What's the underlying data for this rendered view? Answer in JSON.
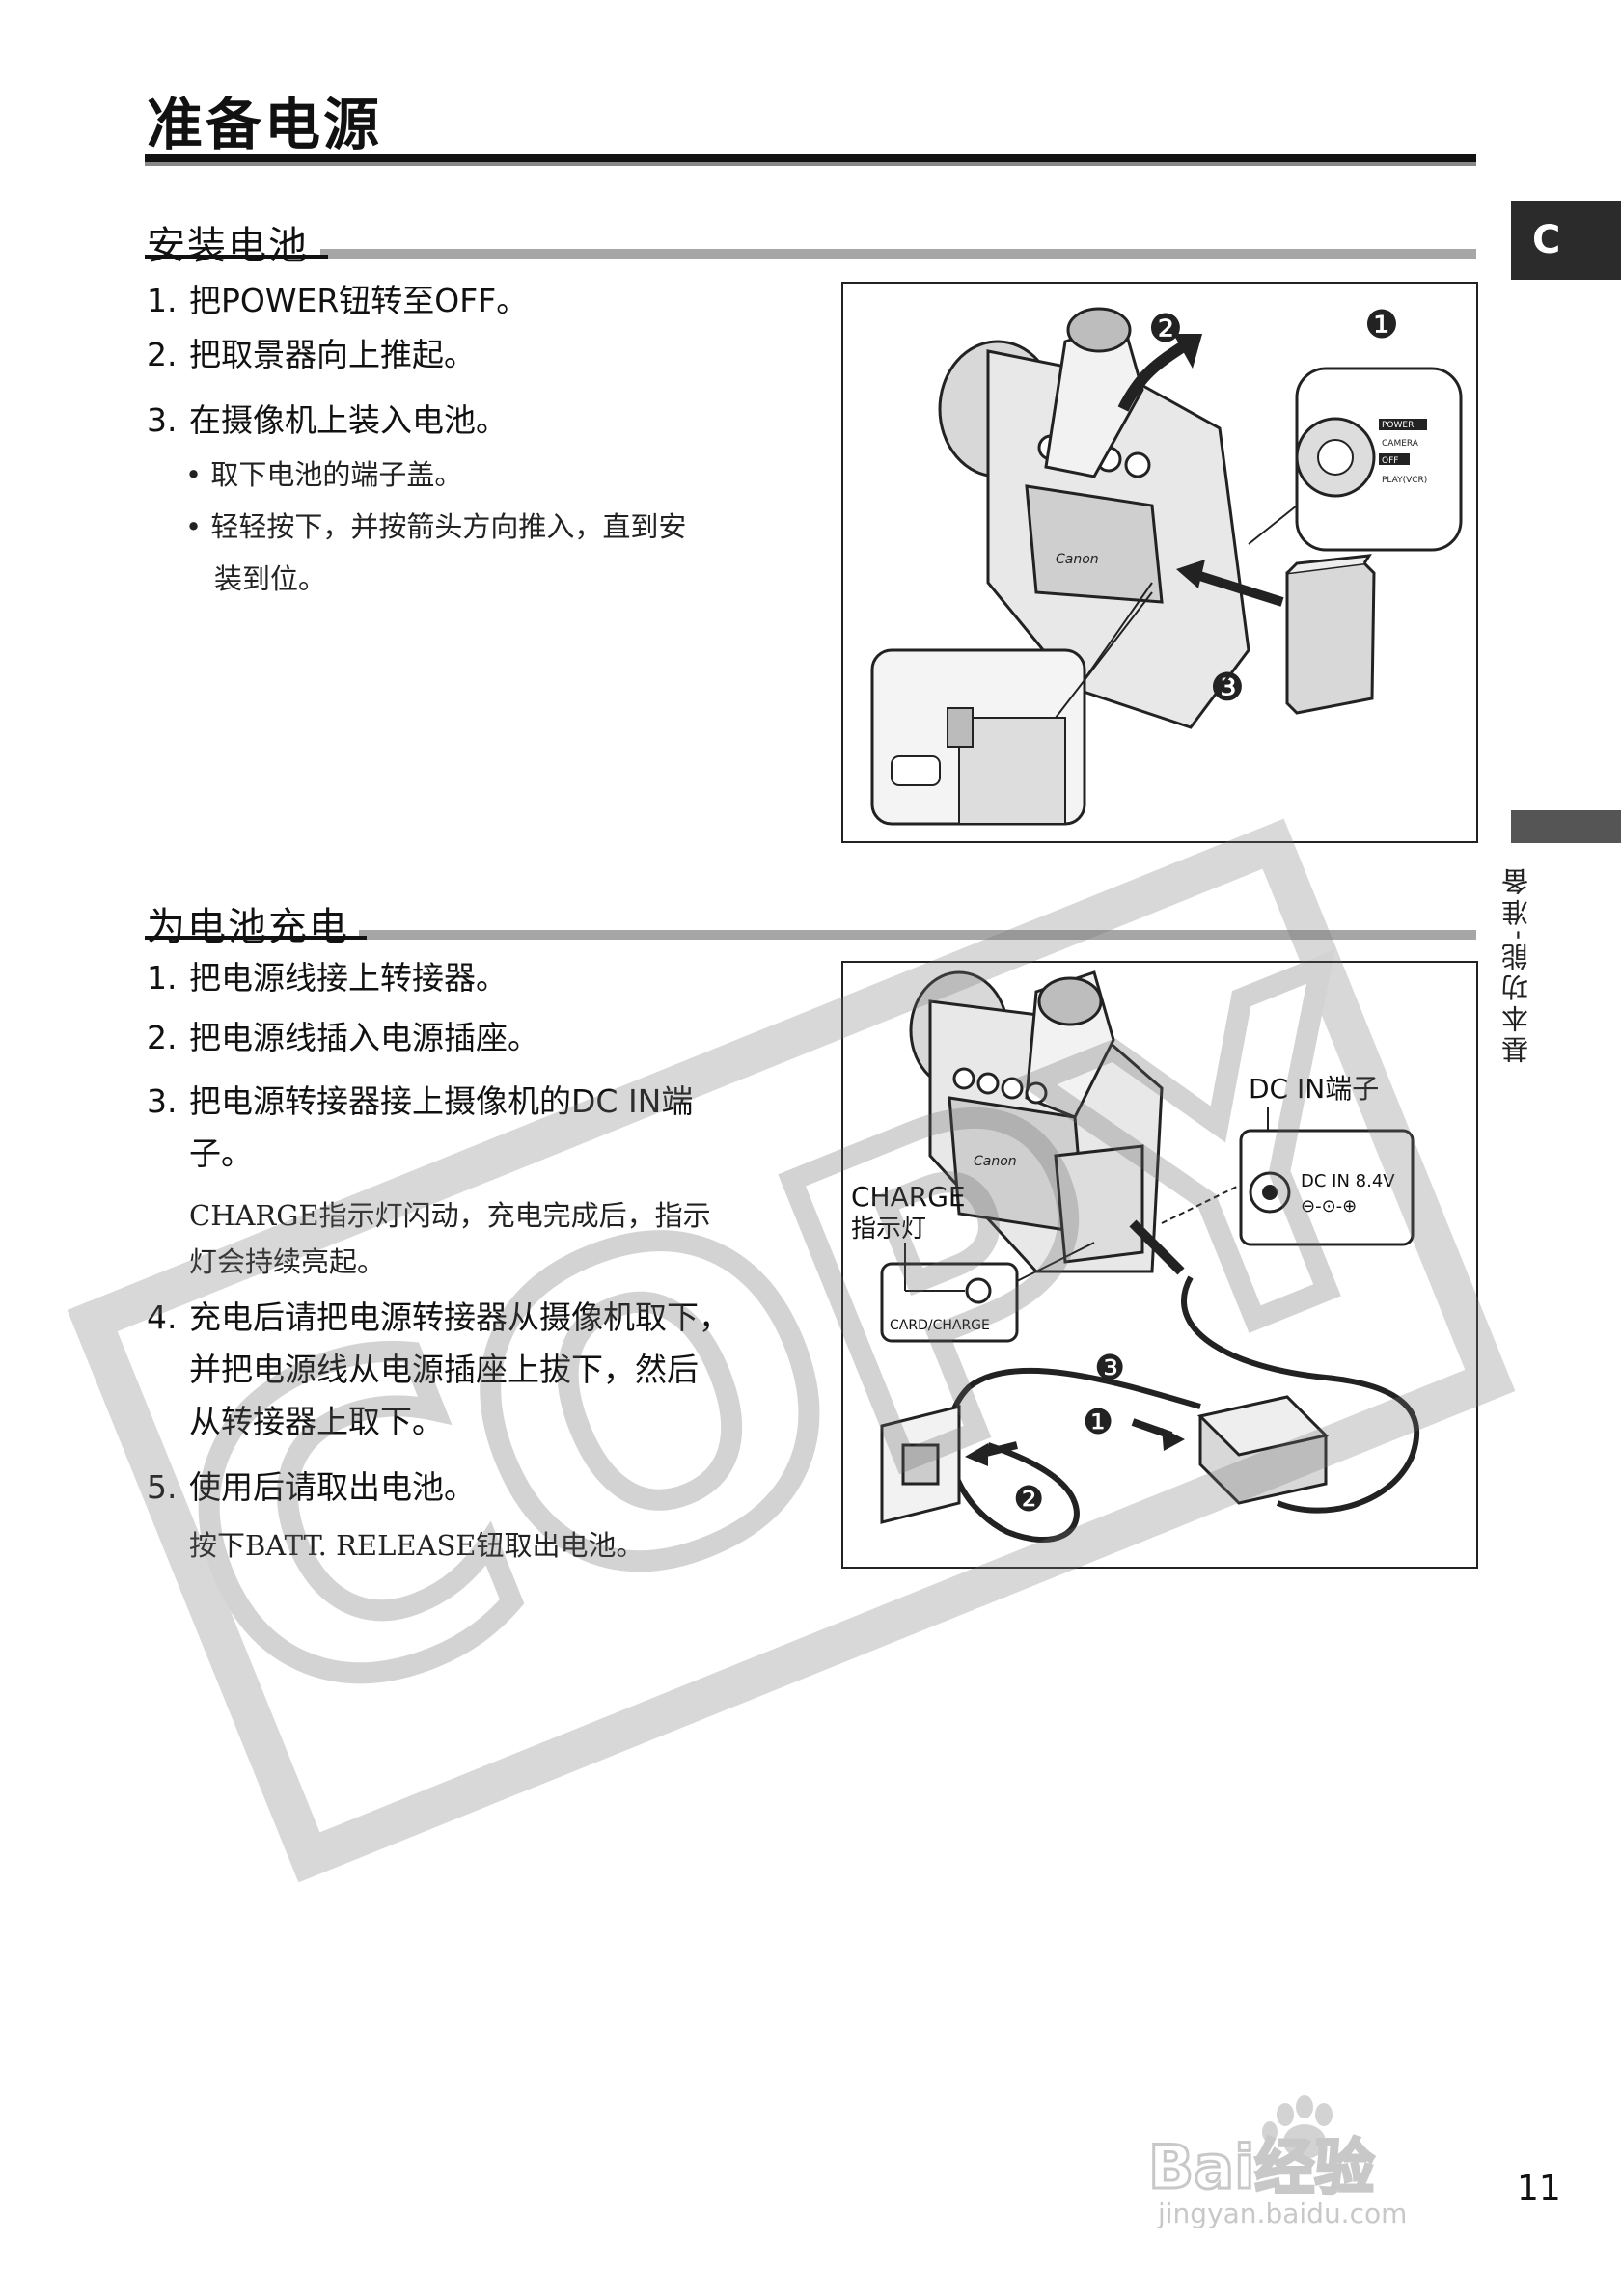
{
  "page": {
    "title": "准备电源",
    "tab_letter": "C",
    "side_label": "基本功能-准备",
    "page_number": "11",
    "watermark_text": "COPY",
    "baidu_logo": "Bai经验",
    "baidu_url": "jingyan.baidu.com"
  },
  "install": {
    "heading": "安装电池",
    "steps": [
      {
        "num": "1.",
        "text": "把POWER钮转至OFF。"
      },
      {
        "num": "2.",
        "text": "把取景器向上推起。"
      },
      {
        "num": "3.",
        "text": "在摄像机上装入电池。"
      }
    ],
    "bullets": [
      "取下电池的端子盖。",
      "轻轻按下，并按箭头方向推入，直到安",
      "装到位。"
    ],
    "figure": {
      "markers": [
        "❷",
        "❶",
        "❸"
      ],
      "dial_labels": [
        "POWER",
        "CAMERA",
        "OFF",
        "PLAY(VCR)"
      ],
      "brand": "Canon"
    }
  },
  "charge": {
    "heading": "为电池充电",
    "steps": [
      {
        "num": "1.",
        "lines": [
          "把电源线接上转接器。"
        ]
      },
      {
        "num": "2.",
        "lines": [
          "把电源线插入电源插座。"
        ]
      },
      {
        "num": "3.",
        "lines": [
          "把电源转接器接上摄像机的DC IN端",
          "子。"
        ]
      },
      {
        "num": "4.",
        "lines": [
          "充电后请把电源转接器从摄像机取下，",
          "并把电源线从电源插座上拔下，然后",
          "从转接器上取下。"
        ]
      },
      {
        "num": "5.",
        "lines": [
          "使用后请取出电池。"
        ]
      }
    ],
    "note_step3": [
      "CHARGE指示灯闪动，充电完成后，指示",
      "灯会持续亮起。"
    ],
    "note_step5": "按下BATT. RELEASE钮取出电池。",
    "figure": {
      "dc_in_label": "DC IN端子",
      "dc_in_panel": "DC IN 8.4V",
      "charge_label_1": "CHARGE",
      "charge_label_2": "指示灯",
      "card_charge": "CARD/CHARGE",
      "brand": "Canon",
      "markers": [
        "❸",
        "❶",
        "❷"
      ]
    }
  }
}
